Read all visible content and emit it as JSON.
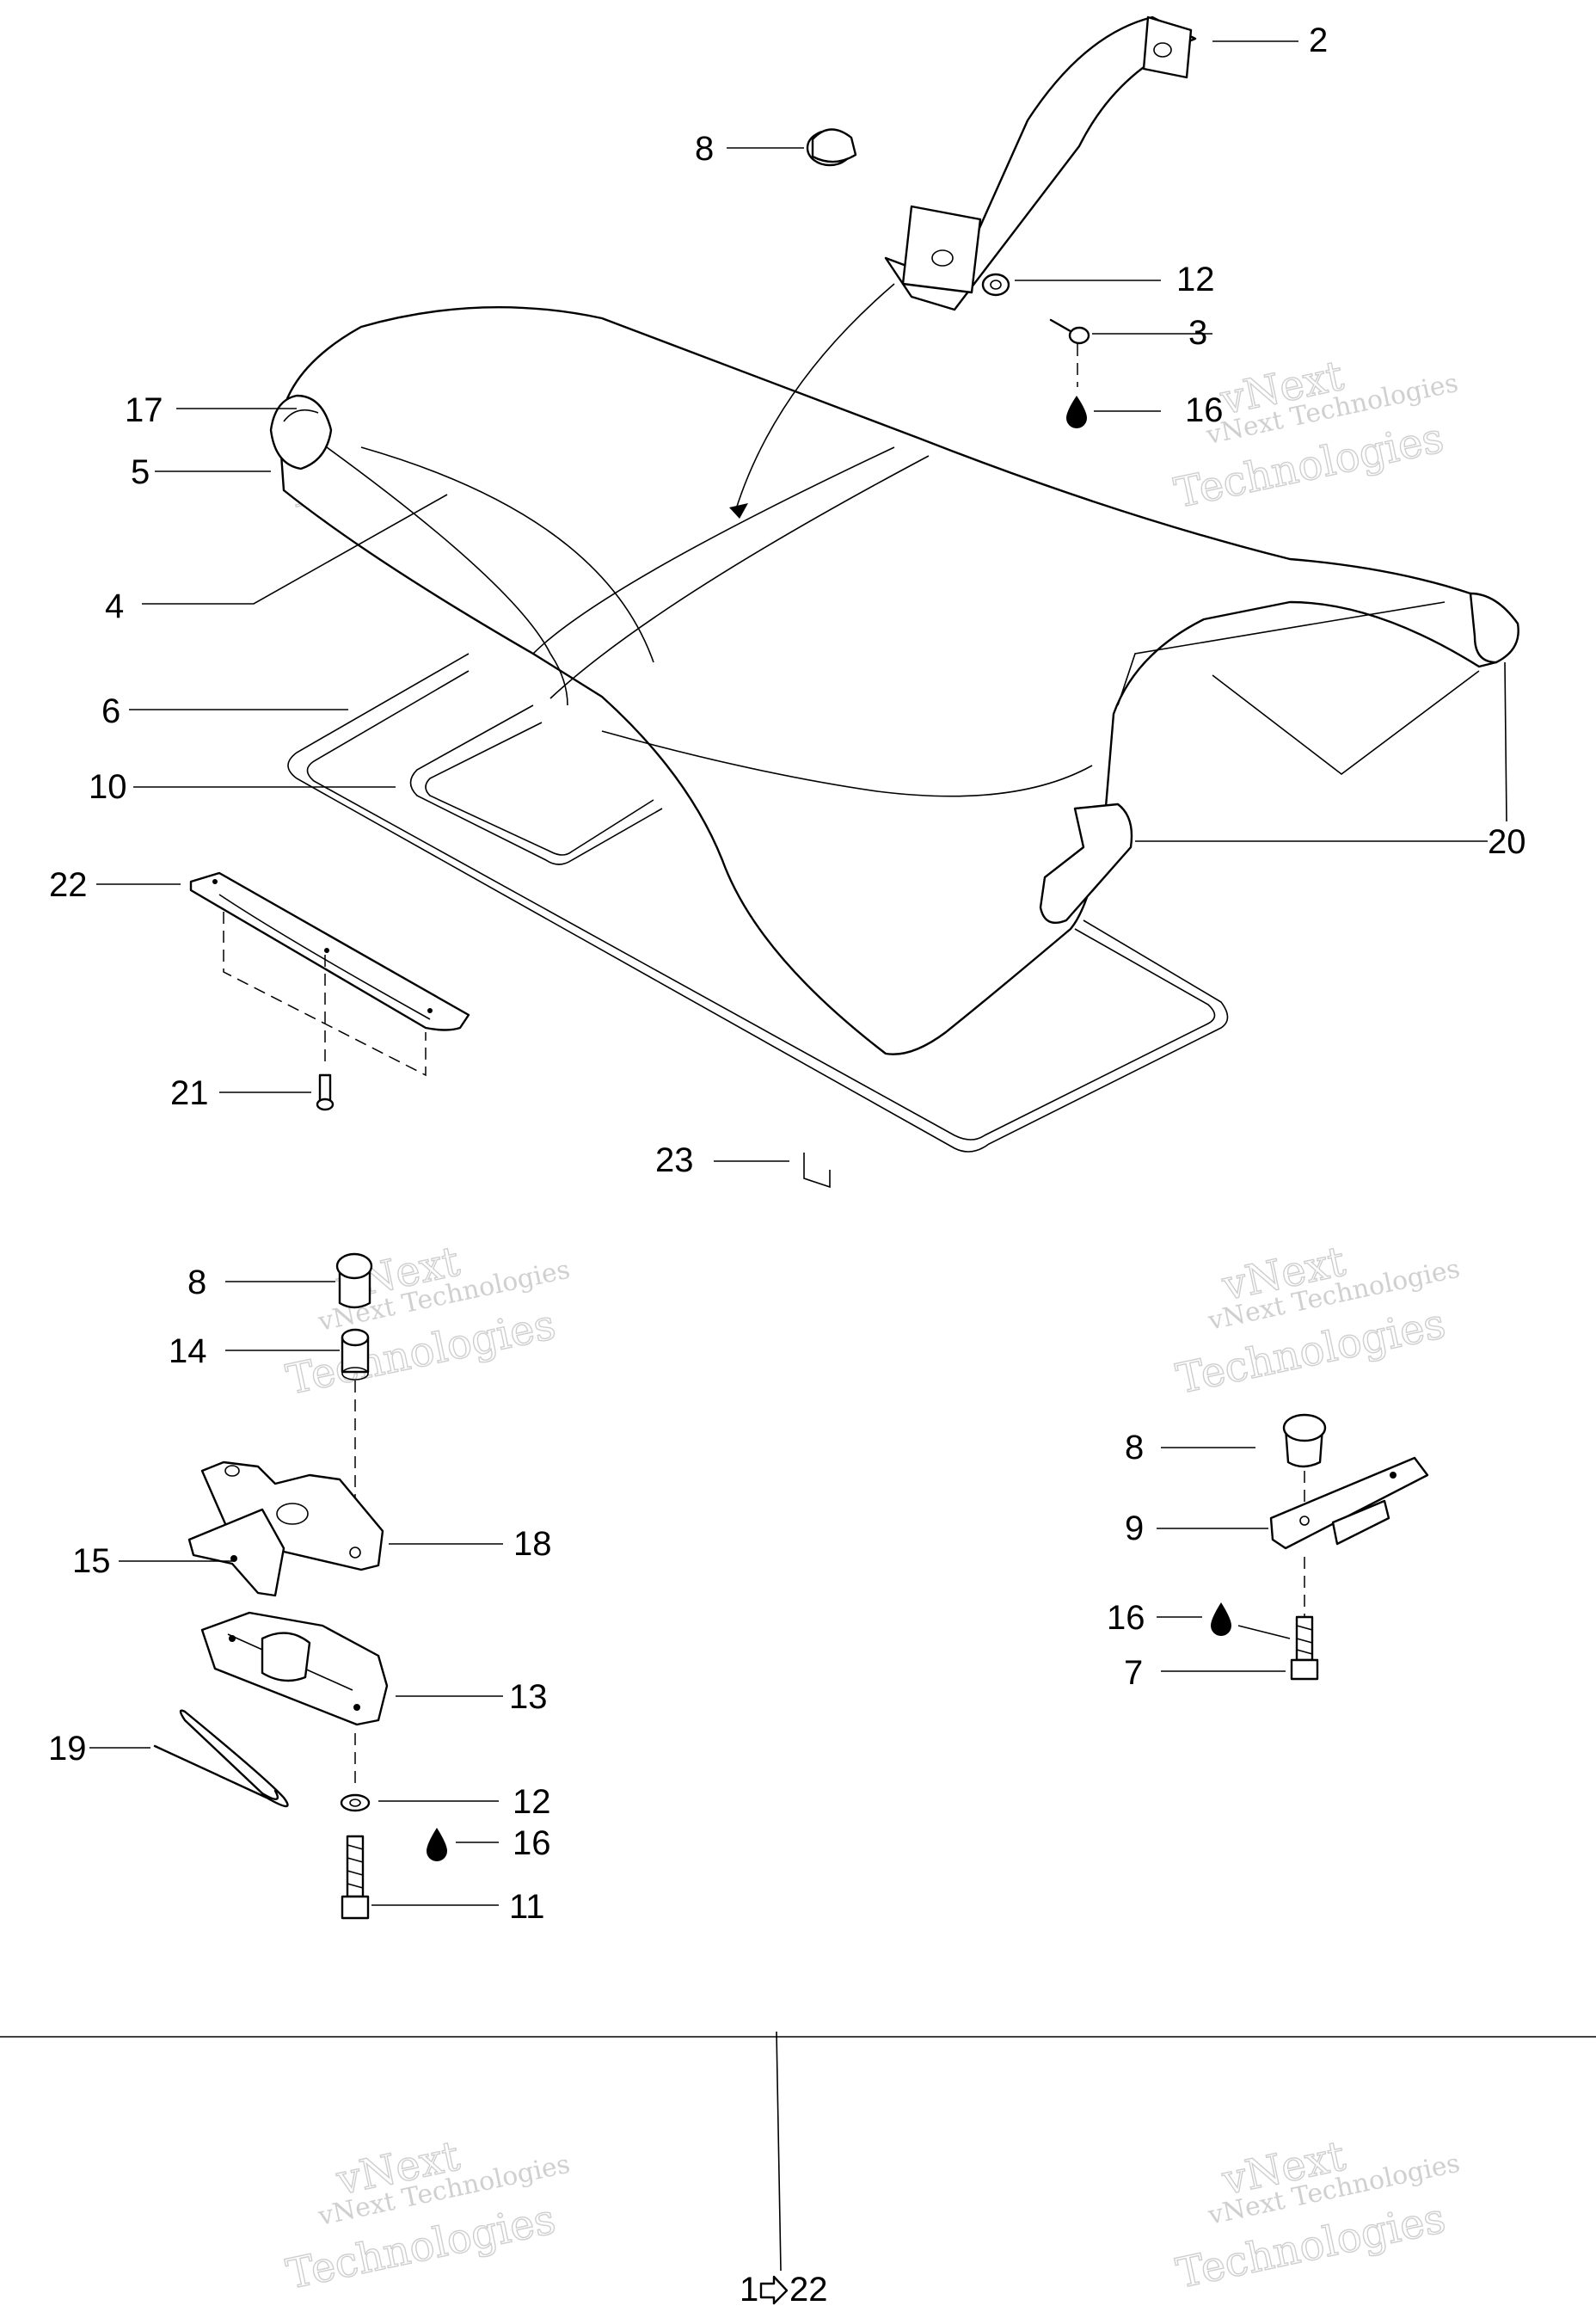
{
  "watermark": {
    "line1": "vNext",
    "line2": "vNext Technologies",
    "line3": "Technologies"
  },
  "callouts": {
    "c2": "2",
    "c8_top": "8",
    "c12_top": "12",
    "c3": "3",
    "c16_top": "16",
    "c17": "17",
    "c5": "5",
    "c4": "4",
    "c6": "6",
    "c10": "10",
    "c22": "22",
    "c20": "20",
    "c21": "21",
    "c23": "23",
    "c8_left": "8",
    "c14": "14",
    "c18": "18",
    "c15": "15",
    "c13": "13",
    "c19": "19",
    "c12_bottom": "12",
    "c16_bottom": "16",
    "c11": "11",
    "c8_right": "8",
    "c9": "9",
    "c16_right": "16",
    "c7": "7",
    "footer_start": "1",
    "footer_end": "22"
  }
}
